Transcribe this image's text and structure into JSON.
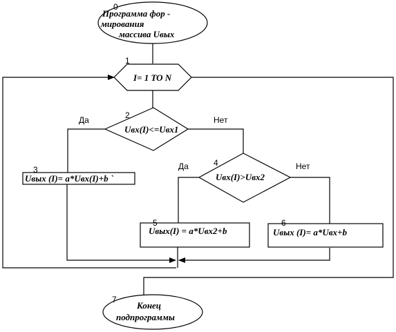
{
  "diagram": {
    "start": {
      "number": "0",
      "line1": "Программа фор -",
      "line2": "мирования",
      "line3": "массива Uвых"
    },
    "loop": {
      "number": "1",
      "text": "I= 1 TO N"
    },
    "cond1": {
      "number": "2",
      "text": "Uвх(I)<=Uвх1",
      "yes": "Да",
      "no": "Нет"
    },
    "proc3": {
      "number": "3",
      "text": "Uвых (I)= a*Uвх(I)+b `"
    },
    "cond4": {
      "number": "4",
      "text": "Uвх(I)>Uвх2",
      "yes": "Да",
      "no": "Нет"
    },
    "proc5": {
      "number": "5",
      "text": "Uвых(I) = a*Uвх2+b"
    },
    "proc6": {
      "number": "6",
      "text": "Uвых (I)= a*Uвх+b"
    },
    "end": {
      "number": "7",
      "line1": "Конец",
      "line2": "подпрограммы"
    }
  }
}
